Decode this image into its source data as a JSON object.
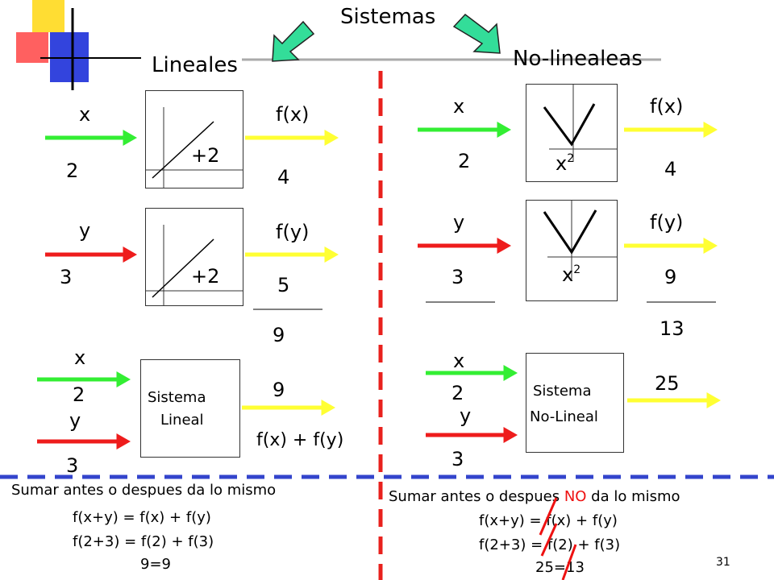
{
  "title": "Sistemas",
  "left": {
    "heading": "Lineales",
    "row1": {
      "input_label": "x",
      "input_value": "2",
      "block_label": "+2",
      "output_label": "f(x)",
      "output_value": "4"
    },
    "row2": {
      "input_label": "y",
      "input_value": "3",
      "block_label": "+2",
      "output_label": "f(y)",
      "output_value": "5"
    },
    "sum_value": "9",
    "row3": {
      "input1_label": "x",
      "input1_value": "2",
      "input2_label": "y",
      "input2_value": "3",
      "block_line1": "Sistema",
      "block_line2": "Lineal",
      "output_value": "9",
      "output_label": "f(x) + f(y)"
    },
    "caption": "Sumar antes o despues da lo mismo",
    "eq1": "f(x+y) =  f(x) + f(y)",
    "eq2": "f(2+3) =  f(2) + f(3)",
    "eq3": "9=9"
  },
  "right": {
    "heading": "No-linealeas",
    "row1": {
      "input_label": "x",
      "input_value": "2",
      "block_base": "x",
      "block_exp": "2",
      "output_label": "f(x)",
      "output_value": "4"
    },
    "row2": {
      "input_label": "y",
      "input_value": "3",
      "block_base": "x",
      "block_exp": "2",
      "output_label": "f(y)",
      "output_value": "9"
    },
    "sum_value": "13",
    "row3": {
      "input1_label": "x",
      "input1_value": "2",
      "input2_label": "y",
      "input2_value": "3",
      "block_line1": "Sistema",
      "block_line2": "No-Lineal",
      "output_value": "25"
    },
    "caption_pre": "Sumar antes o despues ",
    "caption_no": "NO",
    "caption_post": " da lo mismo",
    "eq1": "f(x+y) =  f(x) + f(y)",
    "eq2": "f(2+3) =  f(2) + f(3)",
    "eq3": "25=13"
  },
  "slide_number": "31",
  "colors": {
    "input_green": "#33ee33",
    "input_red": "#ee1c1c",
    "output_yellow": "#ffff33",
    "divider_red": "#e8211d",
    "divider_blue": "#3344cc",
    "no_red": "#ee1111",
    "arrow_teal": "#33dd99",
    "logo_yellow": "#ffdd33",
    "logo_red": "#ff4444",
    "logo_blue": "#3344dd"
  }
}
